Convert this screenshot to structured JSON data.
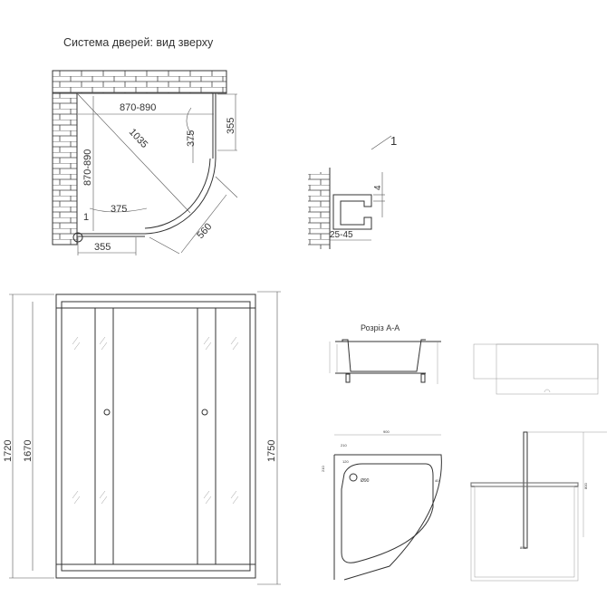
{
  "top_view": {
    "title": "Система дверей: вид зверху",
    "dim_width": "870-890",
    "dim_depth": "870-890",
    "dim_diagonal": "1035",
    "dim_right_fixed": "355",
    "dim_bottom_fixed": "355",
    "dim_door_right": "375",
    "dim_door_bottom": "375",
    "dim_opening": "560",
    "callout": "1"
  },
  "profile_detail": {
    "callout": "1",
    "dim_gap": "4",
    "dim_adjust": "25-45"
  },
  "front_view": {
    "dim_total_height": "1720",
    "dim_glass_height": "1670",
    "dim_right_height": "1750"
  },
  "section": {
    "title": "Розріз А-А"
  },
  "tray_plan": {
    "dim_width": "900",
    "dim_drain_x": "210",
    "dim_drain_y": "210",
    "dim_chamfer": "120",
    "dim_drain": "Ø90",
    "dim_rim": "40"
  },
  "frame_plan": {
    "dim_width": "800",
    "dim_depth": "800"
  }
}
